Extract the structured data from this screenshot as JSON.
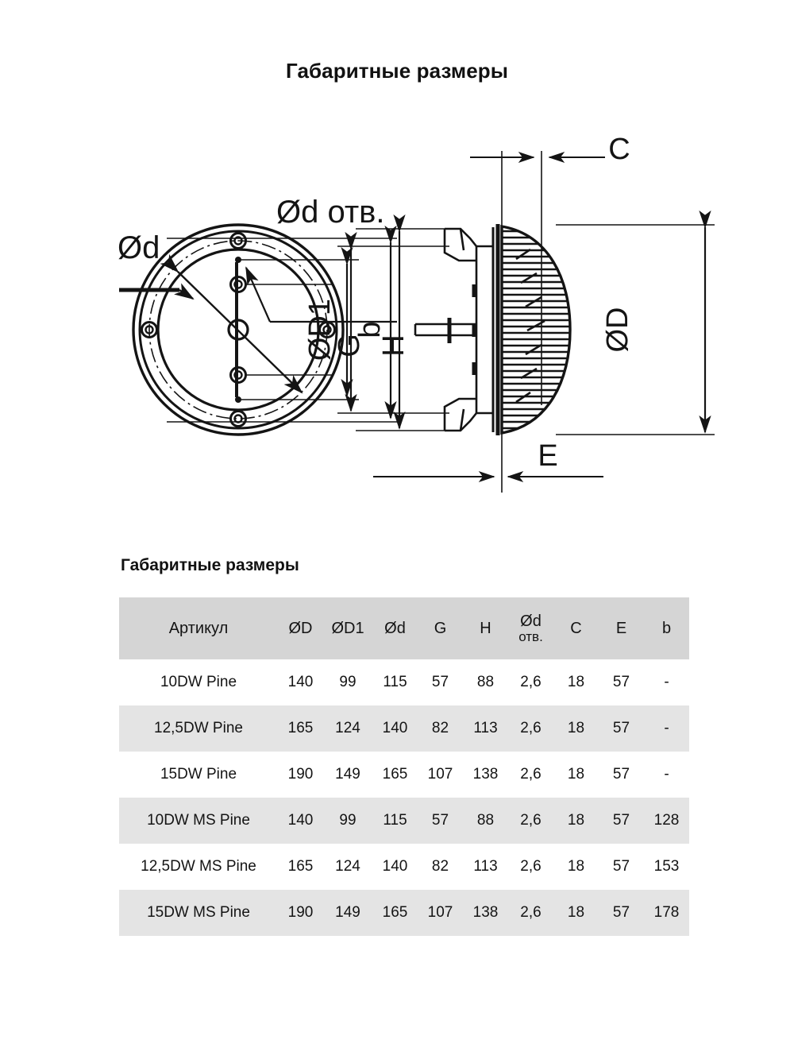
{
  "page": {
    "title": "Габаритные размеры",
    "section_title": "Габаритные размеры"
  },
  "drawing": {
    "front_view": {
      "label_d": "Ød",
      "label_d_holes": "Ød отв.",
      "label_g": "G",
      "label_h": "H"
    },
    "side_view": {
      "label_c": "C",
      "label_d1": "ØD1",
      "label_b": "b",
      "label_big_d": "ØD",
      "label_e": "E"
    }
  },
  "table": {
    "columns": [
      {
        "key": "article",
        "label": "Артикул"
      },
      {
        "key": "D",
        "label": "ØD"
      },
      {
        "key": "D1",
        "label": "ØD1"
      },
      {
        "key": "d",
        "label": "Ød"
      },
      {
        "key": "G",
        "label": "G"
      },
      {
        "key": "H",
        "label": "H"
      },
      {
        "key": "d_holes",
        "label_line1": "Ød",
        "label_line2": "отв."
      },
      {
        "key": "C",
        "label": "C"
      },
      {
        "key": "E",
        "label": "E"
      },
      {
        "key": "b",
        "label": "b"
      }
    ],
    "rows": [
      {
        "article": "10DW Pine",
        "D": "140",
        "D1": "99",
        "d": "115",
        "G": "57",
        "H": "88",
        "d_holes": "2,6",
        "C": "18",
        "E": "57",
        "b": "-"
      },
      {
        "article": "12,5DW Pine",
        "D": "165",
        "D1": "124",
        "d": "140",
        "G": "82",
        "H": "113",
        "d_holes": "2,6",
        "C": "18",
        "E": "57",
        "b": "-"
      },
      {
        "article": "15DW Pine",
        "D": "190",
        "D1": "149",
        "d": "165",
        "G": "107",
        "H": "138",
        "d_holes": "2,6",
        "C": "18",
        "E": "57",
        "b": "-"
      },
      {
        "article": "10DW MS Pine",
        "D": "140",
        "D1": "99",
        "d": "115",
        "G": "57",
        "H": "88",
        "d_holes": "2,6",
        "C": "18",
        "E": "57",
        "b": "128"
      },
      {
        "article": "12,5DW MS Pine",
        "D": "165",
        "D1": "124",
        "d": "140",
        "G": "82",
        "H": "113",
        "d_holes": "2,6",
        "C": "18",
        "E": "57",
        "b": "153"
      },
      {
        "article": "15DW MS Pine",
        "D": "190",
        "D1": "149",
        "d": "165",
        "G": "107",
        "H": "138",
        "d_holes": "2,6",
        "C": "18",
        "E": "57",
        "b": "178"
      }
    ]
  },
  "colors": {
    "ink": "#141414",
    "header_fill": "#d5d5d5",
    "row_fill": "#e4e4e4",
    "page_bg": "#ffffff"
  }
}
